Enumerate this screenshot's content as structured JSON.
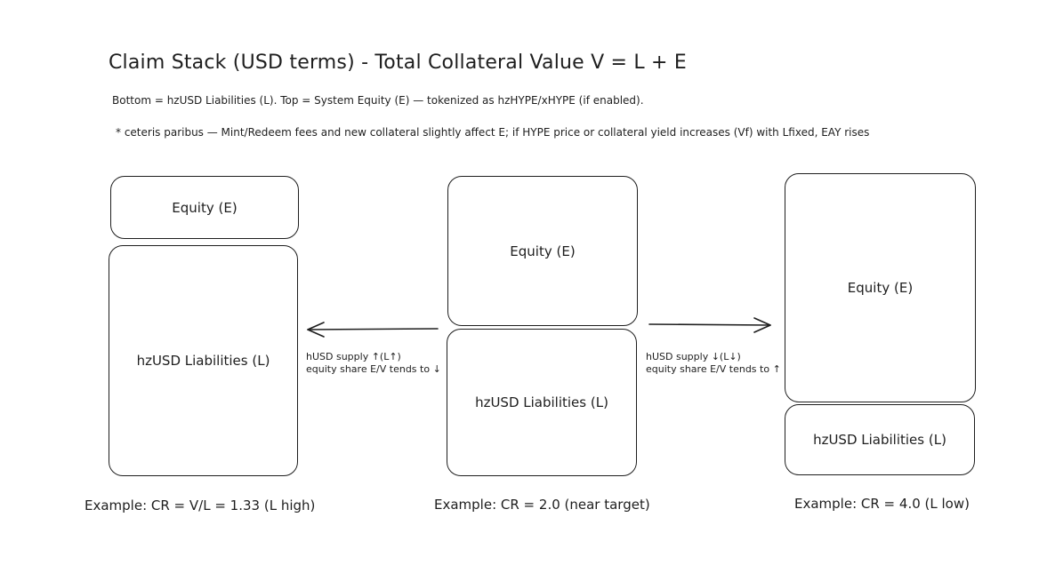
{
  "header": {
    "title": "Claim Stack (USD terms) - Total Collateral Value V = L + E",
    "note_1": "Bottom = hzUSD Liabilities (L). Top = System Equity (E) — tokenized as hzHYPE/xHYPE (if enabled).",
    "note_2": "* ceteris paribus — Mint/Redeem fees and new collateral slightly affect E; if HYPE price or collateral yield increases (Vf) with Lfixed, EAY rises"
  },
  "stacks": [
    {
      "equity_label": "Equity (E)",
      "liabilities_label": "hzUSD Liabilities (L)",
      "caption": "Example: CR = V/L = 1.33 (L high)"
    },
    {
      "equity_label": "Equity (E)",
      "liabilities_label": "hzUSD Liabilities (L)",
      "caption": "Example: CR = 2.0 (near target)"
    },
    {
      "equity_label": "Equity (E)",
      "liabilities_label": "hzUSD Liabilities (L)",
      "caption": "Example: CR = 4.0 (L low)"
    }
  ],
  "arrows": {
    "left": {
      "line_1": "hUSD supply ↑(L↑)",
      "line_2": "equity share E/V tends to ↓"
    },
    "right": {
      "line_1": "hUSD supply ↓(L↓)",
      "line_2": "equity share E/V tends to ↑"
    }
  }
}
